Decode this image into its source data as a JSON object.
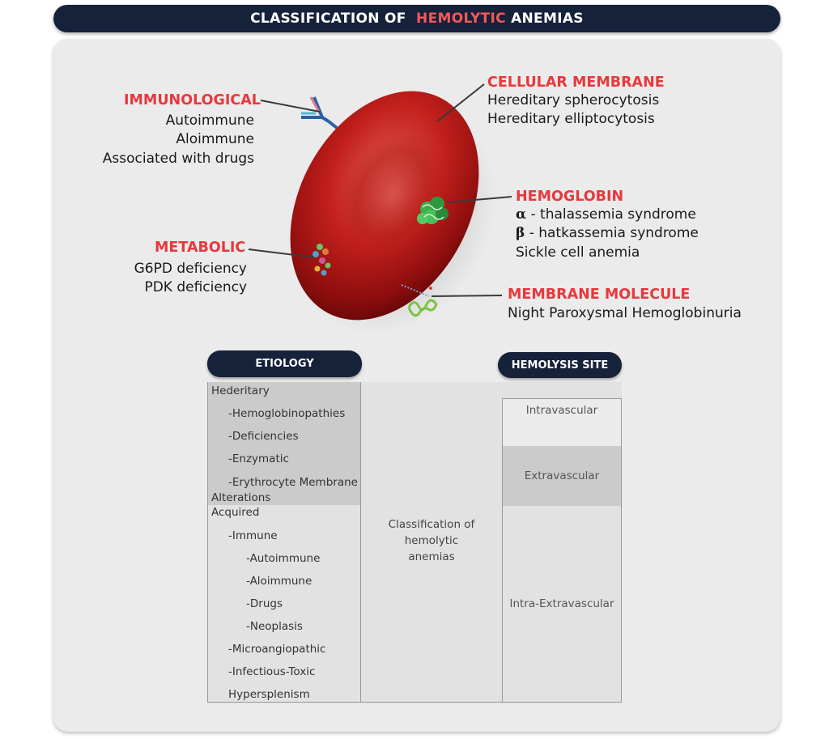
{
  "title": {
    "part1": "CLASSIFICATION OF",
    "highlight": "HEMOLYTIC",
    "part2": "ANEMIAS"
  },
  "categories": {
    "immunological": {
      "label": "IMMUNOLOGICAL",
      "items": [
        "Autoimmune",
        "Aloimmune",
        "Associated with drugs"
      ]
    },
    "cellular_membrane": {
      "label": "CELLULAR MEMBRANE",
      "items": [
        "Hereditary spherocytosis",
        "Hereditary elliptocytosis"
      ]
    },
    "hemoglobin": {
      "label": "HEMOGLOBIN",
      "items": [
        {
          "symbol": "α",
          "text": " - thalassemia syndrome"
        },
        {
          "symbol": "β",
          "text": " - hatkassemia syndrome"
        },
        {
          "symbol": "",
          "text": "Sickle cell anemia"
        }
      ]
    },
    "metabolic": {
      "label": "METABOLIC",
      "items": [
        "G6PD deficiency",
        "PDK deficiency"
      ]
    },
    "membrane_molecule": {
      "label": "MEMBRANE MOLECULE",
      "items": [
        "Night Paroxysmal Hemoglobinuria"
      ]
    }
  },
  "table": {
    "etiology_header": "ETIOLOGY",
    "site_header": "HEMOLYSIS SITE",
    "etiology_items": [
      "Hederitary",
      "-Hemoglobinopathies",
      "-Deficiencies",
      "-Enzymatic",
      "-Erythrocyte Membrane",
      "Alterations",
      "Acquired",
      "-Immune",
      "-Autoimmune",
      "-Aloimmune",
      "-Drugs",
      "-Neoplasis",
      "-Microangiopathic",
      "-Infectious-Toxic",
      "Hypersplenism"
    ],
    "center_label_line1": "Classification of hemolytic",
    "center_label_line2": "anemias",
    "sites": [
      "Intravascular",
      "Extravascular",
      "Intra-Extravascular"
    ]
  },
  "colors": {
    "navy": "#16213a",
    "accent_red": "#e8383d",
    "panel": "#ebebeb",
    "cell_gray": "#e2e2e2",
    "cell_dark": "#cbcbcb"
  }
}
